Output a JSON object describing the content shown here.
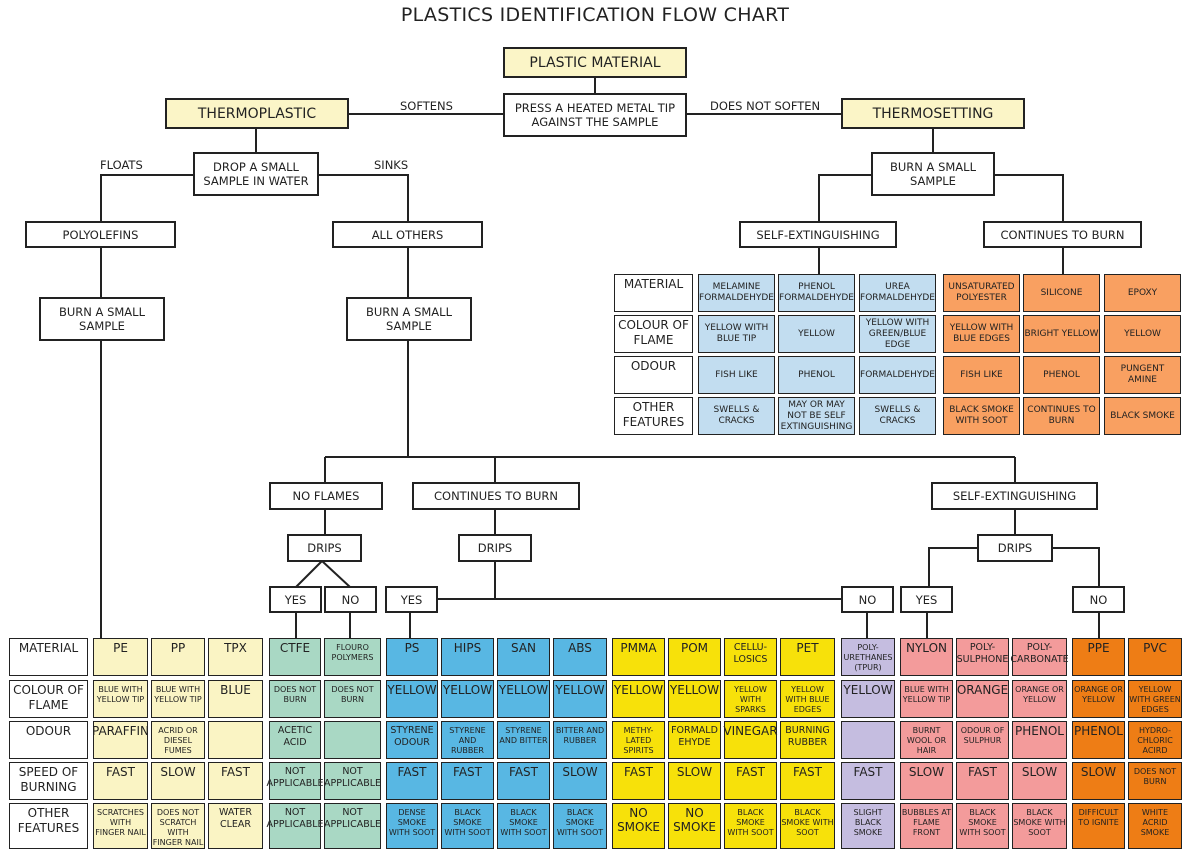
{
  "title": "PLASTICS IDENTIFICATION FLOW CHART",
  "colors": {
    "highlight_box": "#fbf5c7",
    "polyolefins": "#faf4c4",
    "no_flames": "#a9d8c4",
    "continues_yes": "#58b7e3",
    "continues_no": "#f7e10a",
    "self_ext_no_drip_tpur": "#c5bde0",
    "self_ext_yes": "#f39b9b",
    "self_ext_no": "#ee7d15",
    "thermoset_self_ext": "#c2ddf0",
    "thermoset_continues": "#f9a061"
  },
  "nodes": {
    "plastic_material": "PLASTIC MATERIAL",
    "press_tip": "PRESS A HEATED METAL TIP AGAINST THE SAMPLE",
    "softens": "SOFTENS",
    "does_not_soften": "DOES NOT SOFTEN",
    "thermoplastic": "THERMOPLASTIC",
    "thermosetting": "THERMOSETTING",
    "drop_water": "DROP A SMALL SAMPLE IN WATER",
    "floats": "FLOATS",
    "sinks": "SINKS",
    "polyolefins": "POLYOLEFINS",
    "all_others": "ALL OTHERS",
    "burn_left": "BURN A SMALL SAMPLE",
    "burn_mid": "BURN A SMALL SAMPLE",
    "burn_thermoset": "BURN A SMALL SAMPLE",
    "ts_self_ext": "SELF-EXTINGUISHING",
    "ts_continues": "CONTINUES TO BURN",
    "no_flames": "NO FLAMES",
    "continues_to_burn": "CONTINUES TO BURN",
    "self_extinguishing": "SELF-EXTINGUISHING",
    "drips_1": "DRIPS",
    "drips_2": "DRIPS",
    "drips_3": "DRIPS",
    "yes_1": "YES",
    "no_1": "NO",
    "yes_2": "YES",
    "no_2": "NO",
    "yes_3": "YES",
    "no_3": "NO"
  },
  "thermoset_table": {
    "row_labels": [
      "MATERIAL",
      "COLOUR OF FLAME",
      "ODOUR",
      "OTHER FEATURES"
    ],
    "columns": [
      {
        "group": "self_ext",
        "cells": [
          "MELAMINE FORMALDEHYDE",
          "YELLOW WITH BLUE TIP",
          "FISH LIKE",
          "SWELLS & CRACKS"
        ]
      },
      {
        "group": "self_ext",
        "cells": [
          "PHENOL FORMALDEHYDE",
          "YELLOW",
          "PHENOL",
          "MAY OR MAY NOT BE SELF EXTINGUISHING"
        ]
      },
      {
        "group": "self_ext",
        "cells": [
          "UREA FORMALDEHYDE",
          "YELLOW WITH GREEN/BLUE EDGE",
          "FORMALDEHYDE",
          "SWELLS & CRACKS"
        ]
      },
      {
        "group": "continues",
        "cells": [
          "UNSATURATED POLYESTER",
          "YELLOW WITH BLUE EDGES",
          "FISH LIKE",
          "BLACK SMOKE WITH SOOT"
        ]
      },
      {
        "group": "continues",
        "cells": [
          "SILICONE",
          "BRIGHT YELLOW",
          "PHENOL",
          "CONTINUES TO BURN"
        ]
      },
      {
        "group": "continues",
        "cells": [
          "EPOXY",
          "YELLOW",
          "PUNGENT AMINE",
          "BLACK SMOKE"
        ]
      }
    ]
  },
  "thermoplastic_table": {
    "row_labels": [
      "MATERIAL",
      "COLOUR OF FLAME",
      "ODOUR",
      "SPEED OF BURNING",
      "OTHER FEATURES"
    ],
    "columns": [
      {
        "group": "polyolefins",
        "cells": [
          "PE",
          "BLUE WITH YELLOW TIP",
          "PARAFFIN",
          "FAST",
          "SCRATCHES WITH FINGER NAIL"
        ]
      },
      {
        "group": "polyolefins",
        "cells": [
          "PP",
          "BLUE WITH YELLOW TIP",
          "ACRID OR DIESEL FUMES",
          "SLOW",
          "DOES NOT SCRATCH WITH FINGER NAIL"
        ]
      },
      {
        "group": "polyolefins",
        "cells": [
          "TPX",
          "BLUE",
          "",
          "FAST",
          "WATER CLEAR"
        ]
      },
      {
        "group": "no_flames",
        "cells": [
          "CTFE",
          "DOES NOT BURN",
          "ACETIC ACID",
          "NOT APPLICABLE",
          "NOT APPLICABLE"
        ]
      },
      {
        "group": "no_flames",
        "cells": [
          "FLOURO POLYMERS",
          "DOES NOT BURN",
          "",
          "NOT APPLICABLE",
          "NOT APPLICABLE"
        ]
      },
      {
        "group": "continues_yes",
        "cells": [
          "PS",
          "YELLOW",
          "STYRENE ODOUR",
          "FAST",
          "DENSE SMOKE WITH SOOT"
        ]
      },
      {
        "group": "continues_yes",
        "cells": [
          "HIPS",
          "YELLOW",
          "STYRENE AND RUBBER",
          "FAST",
          "BLACK SMOKE WITH SOOT"
        ]
      },
      {
        "group": "continues_yes",
        "cells": [
          "SAN",
          "YELLOW",
          "STYRENE AND BITTER",
          "FAST",
          "BLACK SMOKE WITH SOOT"
        ]
      },
      {
        "group": "continues_yes",
        "cells": [
          "ABS",
          "YELLOW",
          "BITTER AND RUBBER",
          "SLOW",
          "BLACK SMOKE WITH SOOT"
        ]
      },
      {
        "group": "continues_no",
        "cells": [
          "PMMA",
          "YELLOW",
          "METHY-LATED SPIRITS",
          "FAST",
          "NO SMOKE"
        ]
      },
      {
        "group": "continues_no",
        "cells": [
          "POM",
          "YELLOW",
          "FORMALD EHYDE",
          "SLOW",
          "NO SMOKE"
        ]
      },
      {
        "group": "continues_no",
        "cells": [
          "CELLU-LOSICS",
          "YELLOW WITH SPARKS",
          "VINEGAR",
          "FAST",
          "BLACK SMOKE WITH SOOT"
        ]
      },
      {
        "group": "continues_no",
        "cells": [
          "PET",
          "YELLOW WITH BLUE EDGES",
          "BURNING RUBBER",
          "FAST",
          "BLACK SMOKE WITH SOOT"
        ]
      },
      {
        "group": "self_ext_no_drip_tpur",
        "cells": [
          "POLY-URETHANES (TPUR)",
          "YELLOW",
          "",
          "FAST",
          "SLIGHT BLACK SMOKE"
        ]
      },
      {
        "group": "self_ext_yes",
        "cells": [
          "NYLON",
          "BLUE WITH YELLOW TIP",
          "BURNT WOOL OR HAIR",
          "SLOW",
          "BUBBLES AT FLAME FRONT"
        ]
      },
      {
        "group": "self_ext_yes",
        "cells": [
          "POLY-SULPHONE",
          "ORANGE",
          "ODOUR OF SULPHUR",
          "FAST",
          "BLACK SMOKE WITH SOOT"
        ]
      },
      {
        "group": "self_ext_yes",
        "cells": [
          "POLY-CARBONATE",
          "ORANGE OR YELLOW",
          "PHENOL",
          "SLOW",
          "BLACK SMOKE WITH SOOT"
        ]
      },
      {
        "group": "self_ext_no",
        "cells": [
          "PPE",
          "ORANGE OR YELLOW",
          "PHENOL",
          "SLOW",
          "DIFFICULT TO IGNITE"
        ]
      },
      {
        "group": "self_ext_no",
        "cells": [
          "PVC",
          "YELLOW WITH GREEN EDGES",
          "HYDRO-CHLORIC ACIRD",
          "DOES NOT BURN",
          "WHITE ACRID SMOKE"
        ]
      }
    ]
  }
}
